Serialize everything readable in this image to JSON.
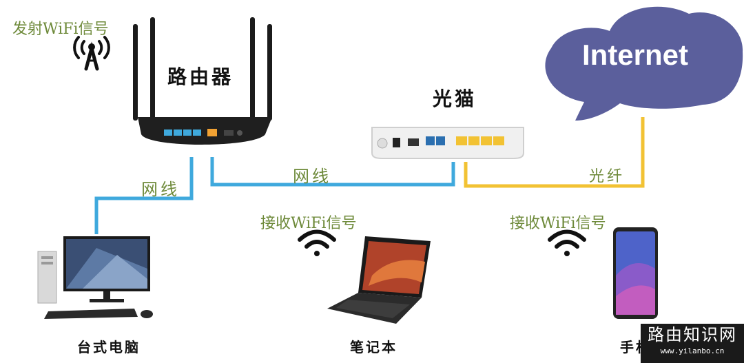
{
  "labels": {
    "emit_wifi": "发射WiFi信号",
    "router": "路由器",
    "modem": "光猫",
    "internet": "Internet",
    "cable_router_modem": "网线",
    "cable_router_pc": "网线",
    "fiber": "光纤",
    "receive_wifi_laptop": "接收WiFi信号",
    "receive_wifi_phone": "接收WiFi信号",
    "desktop": "台式电脑",
    "laptop": "笔记本",
    "phone": "手机"
  },
  "watermark": {
    "title": "路由知识网",
    "url": "www.yilanbo.cn"
  },
  "colors": {
    "ethernet": "#3fa9dd",
    "fiber": "#f2c233",
    "cloud": "#5b5f9c",
    "label_green": "#6e8a3a"
  }
}
